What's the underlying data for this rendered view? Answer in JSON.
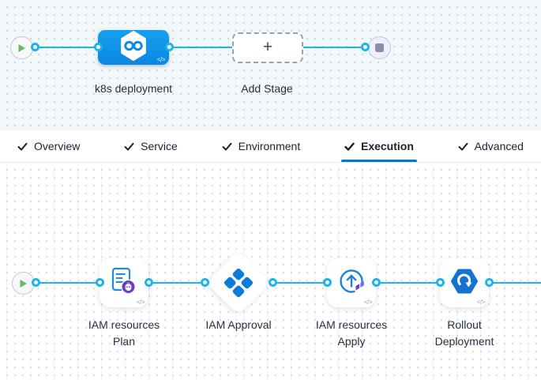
{
  "icons": {
    "check": "✓",
    "plus": "+",
    "code": "</>"
  },
  "stage_pipeline": {
    "stage_label": "k8s deployment",
    "add_stage_label": "Add Stage"
  },
  "tabs": {
    "active": "Execution",
    "items": [
      {
        "label": "Overview"
      },
      {
        "label": "Service"
      },
      {
        "label": "Environment"
      },
      {
        "label": "Execution"
      },
      {
        "label": "Advanced"
      }
    ]
  },
  "execution_pipeline": {
    "steps": [
      {
        "name": "iam-resources-plan",
        "label1": "IAM resources",
        "label2": "Plan"
      },
      {
        "name": "iam-approval",
        "label1": "IAM Approval",
        "label2": ""
      },
      {
        "name": "iam-resources-apply",
        "label1": "IAM resources",
        "label2": "Apply"
      },
      {
        "name": "rollout-deployment",
        "label1": "Rollout",
        "label2": "Deployment"
      }
    ]
  },
  "colors": {
    "stage_node_blue": "#0d90e8",
    "edge_cyan": "#1fb3ee",
    "active_tab_underline": "#0278d5",
    "approval_blue": "#0b7bd8",
    "rollout_blue": "#1572ce",
    "play_green": "#62bd64",
    "stop_gray": "#8d8ea6",
    "plan_badge_purple": "#6d3bc4"
  }
}
